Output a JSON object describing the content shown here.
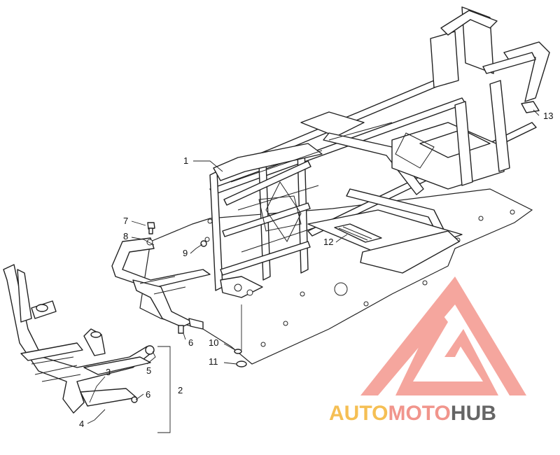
{
  "callouts": [
    {
      "id": "1",
      "text": "1"
    },
    {
      "id": "2",
      "text": "2"
    },
    {
      "id": "3",
      "text": "3"
    },
    {
      "id": "4",
      "text": "4"
    },
    {
      "id": "5",
      "text": "5"
    },
    {
      "id": "6a",
      "text": "6"
    },
    {
      "id": "6b",
      "text": "6"
    },
    {
      "id": "7",
      "text": "7"
    },
    {
      "id": "8",
      "text": "8"
    },
    {
      "id": "9",
      "text": "9"
    },
    {
      "id": "10",
      "text": "10"
    },
    {
      "id": "11",
      "text": "11"
    },
    {
      "id": "12",
      "text": "12"
    },
    {
      "id": "13",
      "text": "13"
    }
  ],
  "watermark": {
    "part1": "AUTO",
    "part2": "MOTO",
    "part3": "HUB",
    "colors": {
      "auto": "#f5b942",
      "moto": "#f08a80",
      "hub": "#555555",
      "logo": "#f28b80"
    }
  }
}
